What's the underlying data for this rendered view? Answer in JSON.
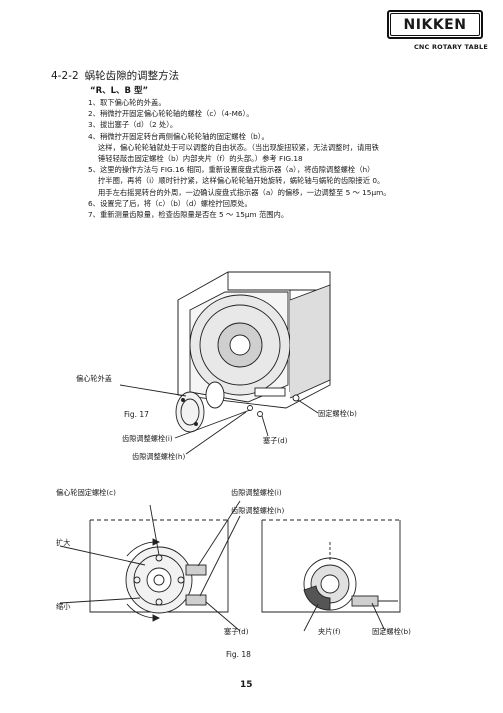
{
  "header": {
    "brand": "NIKKEN",
    "subtitle": "CNC ROTARY TABLE"
  },
  "section": {
    "number": "4-2-2",
    "title": "蜗轮齿隙的调整方法",
    "type_label": "“R、L、B 型”"
  },
  "steps": [
    "1、取下偏心轮的外盖。",
    "2、稍微拧开固定偏心轮轮轴的螺栓（c）（4-M6）。",
    "3、拔出塞子（d）（2 处）。",
    "4、稍微拧开固定转台两侧偏心轮轮轴的固定螺栓（b）。",
    "这样，偏心轮轮轴就处于可以调整的自由状态。（当出现旋扭较紧，无法调整时，请用铁",
    "锤轻轻敲击固定螺栓（b）内部夹片（f）的头部。）参考 FIG.18",
    "5、这里的操作方法与 FIG.16 相同，重新设置度盘式指示器（a），将齿隙调整螺栓（h）",
    "拧半圈，再将（i）顺时针拧紧，这样偏心轮轮轴开始旋转，蜗轮轴与蜗轮的齿隙接近 0。",
    "用手左右摇晃转台的外周，一边确认度盘式指示器（a）的偏移，一边调整至 5 ～ 15μm。",
    "6、设置完了后，将（c）（b）（d）螺栓拧回原处。",
    "7、重新测量齿隙量，检查齿隙量是否在 5 ～ 15μm 范围内。"
  ],
  "fig17": {
    "caption": "Fig. 17",
    "labels": {
      "cover": "偏心轮外盖",
      "bolt_b": "固定螺栓(b)",
      "screw_i": "齿隙调整螺栓(i)",
      "plug_d": "塞子(d)",
      "screw_h": "齿隙调整螺栓(h)"
    }
  },
  "fig18": {
    "caption": "Fig. 18",
    "labels": {
      "bolt_c": "偏心轮固定螺栓(c)",
      "screw_i": "齿隙调整螺栓(i)",
      "screw_h": "齿隙调整螺栓(h)",
      "expand": "扩大",
      "shrink": "缩小",
      "plug_d": "塞子(d)",
      "clamp_f": "夹片(f)",
      "bolt_b": "固定螺栓(b)"
    }
  },
  "page_number": "15"
}
